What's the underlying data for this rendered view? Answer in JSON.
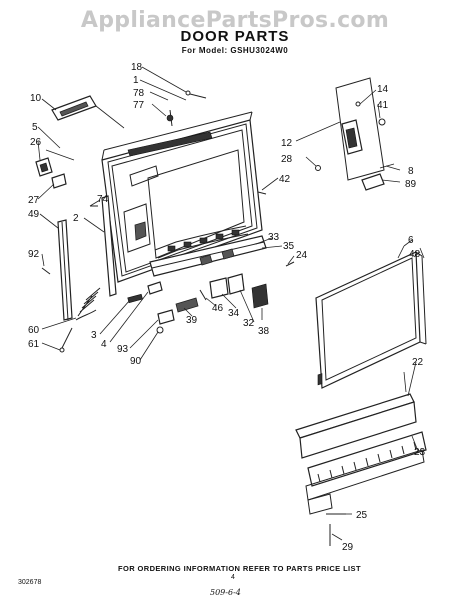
{
  "watermark": "AppliancePartsPros.com",
  "title": "DOOR PARTS",
  "model_line": "For Model: GSHU3024W0",
  "footer_note": "FOR ORDERING INFORMATION REFER TO PARTS PRICE LIST",
  "part_number": "302678",
  "page_number": "4",
  "hand_note": "509-6-4",
  "callouts": [
    "18",
    "1",
    "78",
    "77",
    "10",
    "5",
    "26",
    "27",
    "74",
    "49",
    "2",
    "92",
    "60",
    "61",
    "3",
    "4",
    "93",
    "90",
    "39",
    "46",
    "34",
    "32",
    "38",
    "33",
    "35",
    "24",
    "42",
    "28",
    "12",
    "14",
    "41",
    "8",
    "89",
    "6",
    "48",
    "22",
    "23",
    "25",
    "29"
  ]
}
